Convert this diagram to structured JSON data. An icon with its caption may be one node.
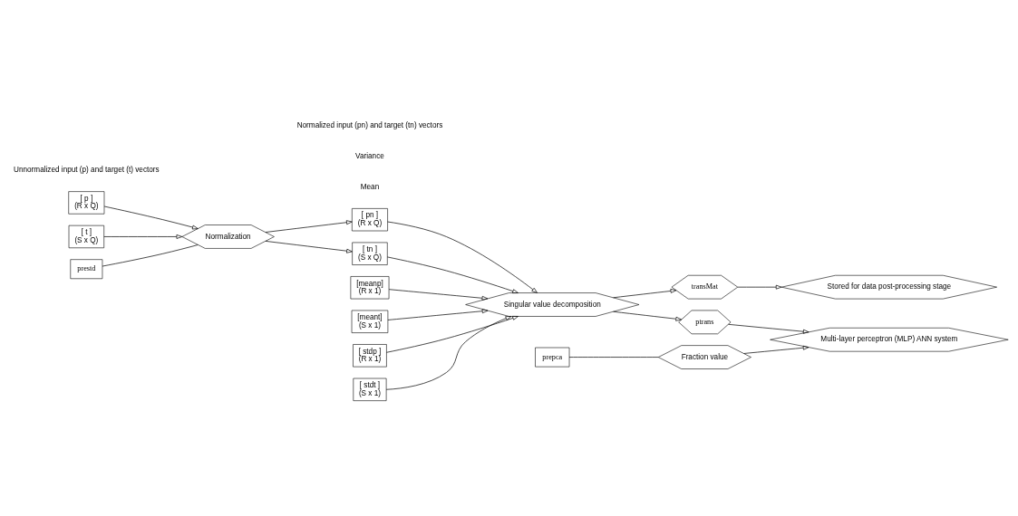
{
  "diagram": {
    "nodes": [
      {
        "text": [
          "[ p ]",
          "(R x Q)"
        ]
      },
      {
        "text": [
          "[ t ]",
          "(S x Q)"
        ]
      },
      {
        "text": [
          "Normalization"
        ]
      },
      {
        "text": [
          "prestd"
        ]
      },
      {
        "text": [
          "[meanp]",
          "(R x 1)"
        ]
      },
      {
        "text": [
          "[meant]",
          "(S x 1)"
        ]
      },
      {
        "text": [
          "[ stdp ]",
          "(R x 1)"
        ]
      },
      {
        "text": [
          "[ stdt ]",
          "(S x 1)"
        ]
      },
      {
        "text": [
          "[ pn ]",
          "(R x Q)"
        ]
      },
      {
        "text": [
          "[ tn ]",
          "(S x Q)"
        ]
      },
      {
        "text": [
          "Singular value decomposition"
        ]
      },
      {
        "text": [
          "ptrans"
        ]
      },
      {
        "text": [
          "transMat"
        ]
      },
      {
        "text": [
          "prepca"
        ]
      },
      {
        "text": [
          "Multi-layer perceptron (MLP) ANN system"
        ]
      },
      {
        "text": [
          "Fraction value"
        ]
      },
      {
        "text": [
          "Stored for data post-processing stage"
        ]
      }
    ],
    "edges": [
      {
        "from": 0,
        "to": 2,
        "arrow": "to"
      },
      {
        "from": 1,
        "to": 2,
        "arrow": "to"
      },
      {
        "from": 3,
        "to": 2,
        "arrow": "none"
      },
      {
        "from": 2,
        "to": 8,
        "arrow": "to"
      },
      {
        "from": 2,
        "to": 9,
        "arrow": "to"
      },
      {
        "from": 8,
        "to": 10,
        "arrow": "to"
      },
      {
        "from": 9,
        "to": 10,
        "arrow": "to"
      },
      {
        "from": 4,
        "to": 10,
        "arrow": "to"
      },
      {
        "from": 5,
        "to": 10,
        "arrow": "to"
      },
      {
        "from": 6,
        "to": 10,
        "arrow": "to"
      },
      {
        "from": 7,
        "to": 10,
        "arrow": "to"
      },
      {
        "from": 10,
        "to": 11,
        "arrow": "to"
      },
      {
        "from": 10,
        "to": 12,
        "arrow": "to"
      },
      {
        "from": 13,
        "to": 15,
        "arrow": "none"
      },
      {
        "from": 11,
        "to": 14,
        "arrow": "to"
      },
      {
        "from": 15,
        "to": 14,
        "arrow": "to"
      },
      {
        "from": 12,
        "to": 16,
        "arrow": "to"
      }
    ],
    "labels": [
      "Unnormalized input (p) and target (t) vectors",
      "Mean",
      "Variance",
      "Normalized input (pn) and target (tn) vectors"
    ]
  }
}
